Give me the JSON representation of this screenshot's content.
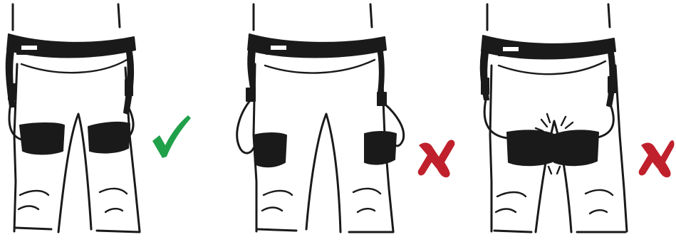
{
  "panels": [
    {
      "id": "correct",
      "verdict": "correct",
      "mark_icon": "check-icon",
      "mark_color": "#21a04a"
    },
    {
      "id": "wrong-legs-too-wide",
      "verdict": "incorrect",
      "mark_icon": "cross-icon",
      "mark_color": "#c0202c"
    },
    {
      "id": "wrong-legs-too-close",
      "verdict": "incorrect",
      "mark_icon": "cross-icon",
      "mark_color": "#c0202c"
    }
  ],
  "colors": {
    "ink": "#1a1a1a",
    "correct": "#21a04a",
    "incorrect": "#c0202c",
    "background": "#ffffff"
  }
}
